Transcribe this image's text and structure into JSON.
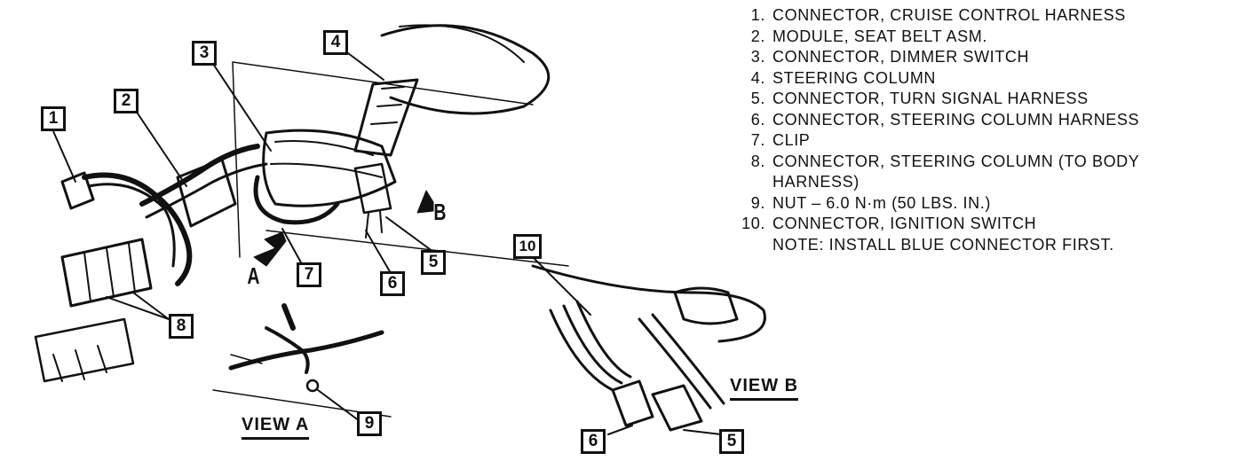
{
  "legend": [
    {
      "num": "1.",
      "text": "CONNECTOR, CRUISE CONTROL HARNESS"
    },
    {
      "num": "2.",
      "text": "MODULE, SEAT BELT ASM."
    },
    {
      "num": "3.",
      "text": "CONNECTOR, DIMMER SWITCH"
    },
    {
      "num": "4.",
      "text": "STEERING COLUMN"
    },
    {
      "num": "5.",
      "text": "CONNECTOR, TURN SIGNAL HARNESS"
    },
    {
      "num": "6.",
      "text": "CONNECTOR, STEERING COLUMN HARNESS"
    },
    {
      "num": "7.",
      "text": "CLIP"
    },
    {
      "num": "8.",
      "text": "CONNECTOR, STEERING COLUMN (TO BODY"
    },
    {
      "num": "",
      "text": "HARNESS)"
    },
    {
      "num": "9.",
      "text": "NUT – 6.0 N·m (50 LBS. IN.)"
    },
    {
      "num": "10.",
      "text": "CONNECTOR, IGNITION SWITCH"
    },
    {
      "num": "",
      "text": "NOTE: INSTALL BLUE CONNECTOR FIRST."
    }
  ],
  "callouts": {
    "c1": "1",
    "c2": "2",
    "c3": "3",
    "c4": "4",
    "c5": "5",
    "c6": "6",
    "c7": "7",
    "c8": "8",
    "c9": "9",
    "c10": "10",
    "c6b": "6",
    "c5b": "5"
  },
  "views": {
    "view_a": "VIEW A",
    "view_b": "VIEW B",
    "arrow_a": "A",
    "arrow_b": "B"
  },
  "colors": {
    "ink": "#111111",
    "paper": "#ffffff"
  }
}
